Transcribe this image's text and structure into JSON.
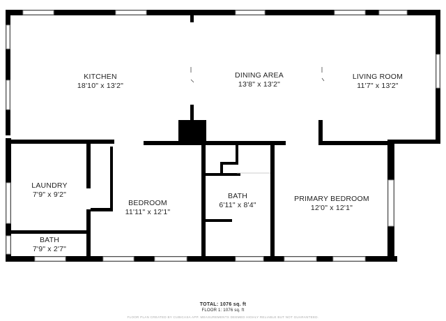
{
  "rooms": {
    "kitchen": {
      "name": "KITCHEN",
      "dims": "18'10\" x 13'2\""
    },
    "dining": {
      "name": "DINING AREA",
      "dims": "13'8\" x 13'2\""
    },
    "living": {
      "name": "LIVING ROOM",
      "dims": "11'7\" x 13'2\""
    },
    "laundry": {
      "name": "LAUNDRY",
      "dims": "7'9\" x 9'2\""
    },
    "bath_small": {
      "name": "BATH",
      "dims": "7'9\" x 2'7\""
    },
    "bedroom": {
      "name": "BEDROOM",
      "dims": "11'11\" x 12'1\""
    },
    "bath_main": {
      "name": "BATH",
      "dims": "6'11\" x 8'4\""
    },
    "primary": {
      "name": "PRIMARY BEDROOM",
      "dims": "12'0\" x 12'1\""
    }
  },
  "footer": {
    "total": "TOTAL: 1076 sq. ft",
    "floor": "FLOOR 1: 1076 sq. ft",
    "credit": "FLOOR PLAN CREATED BY CUBICASA APP. MEASUREMENTS DEEMED HIGHLY RELIABLE BUT NOT GUARANTEED."
  },
  "colors": {
    "wall": "#000000",
    "window": "#9a9a9a",
    "background": "#ffffff"
  }
}
